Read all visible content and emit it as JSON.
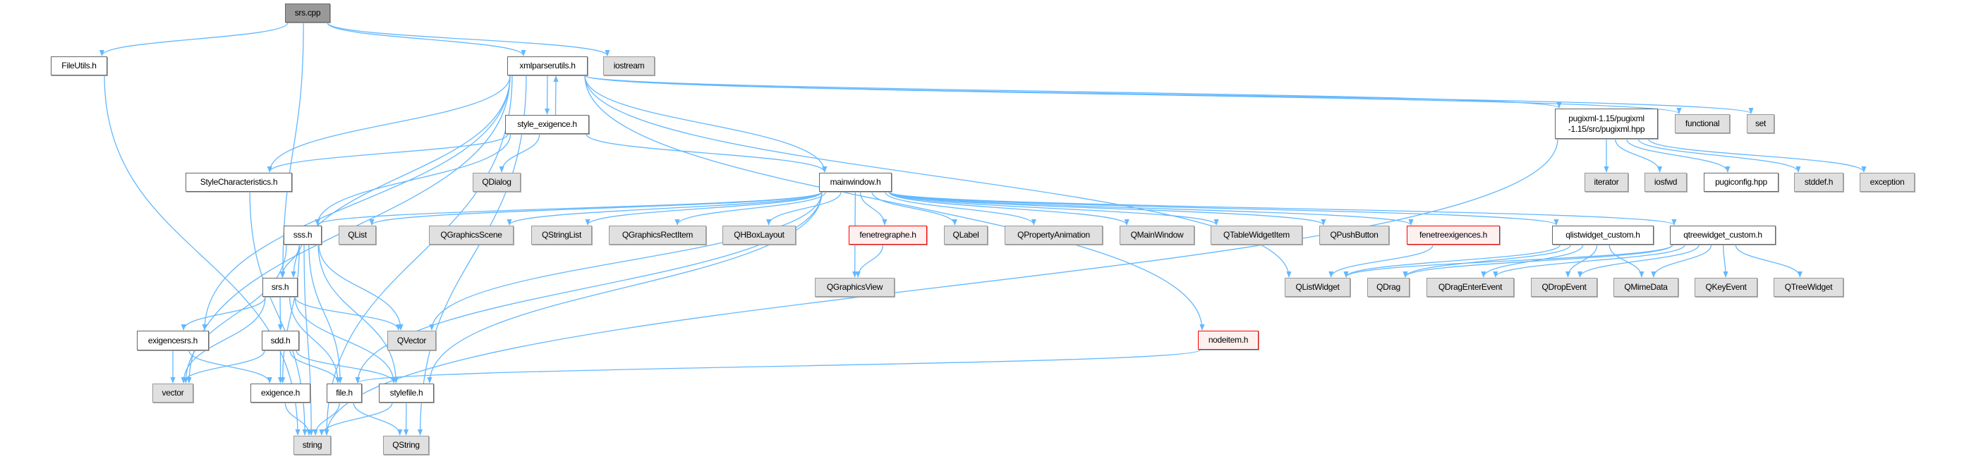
{
  "colors": {
    "edge": "#63b8ff",
    "root": "#999999",
    "external": "#e0e0e0",
    "missing_border": "#ff0000"
  },
  "nodes": [
    {
      "id": "srs_cpp",
      "label": "srs.cpp",
      "kind": "root"
    },
    {
      "id": "fileutils",
      "label": "FileUtils.h",
      "kind": "internal"
    },
    {
      "id": "xmlparserutils",
      "label": "xmlparserutils.h",
      "kind": "internal"
    },
    {
      "id": "iostream",
      "label": "iostream",
      "kind": "external"
    },
    {
      "id": "style_exigence",
      "label": "style_exigence.h",
      "kind": "internal"
    },
    {
      "id": "stylechar",
      "label": "StyleCharacteristics.h",
      "kind": "internal"
    },
    {
      "id": "qdialog",
      "label": "QDialog",
      "kind": "external"
    },
    {
      "id": "mainwindow",
      "label": "mainwindow.h",
      "kind": "internal"
    },
    {
      "id": "pugixml",
      "label": "pugixml-1.15/pugixml\n-1.15/src/pugixml.hpp",
      "kind": "internal"
    },
    {
      "id": "functional",
      "label": "functional",
      "kind": "external"
    },
    {
      "id": "set",
      "label": "set",
      "kind": "external"
    },
    {
      "id": "iterator",
      "label": "iterator",
      "kind": "external"
    },
    {
      "id": "iosfwd",
      "label": "iosfwd",
      "kind": "external"
    },
    {
      "id": "pugiconfig",
      "label": "pugiconfig.hpp",
      "kind": "internal"
    },
    {
      "id": "stddef",
      "label": "stddef.h",
      "kind": "external"
    },
    {
      "id": "exception",
      "label": "exception",
      "kind": "external"
    },
    {
      "id": "sss",
      "label": "sss.h",
      "kind": "internal"
    },
    {
      "id": "qlist",
      "label": "QList",
      "kind": "external"
    },
    {
      "id": "qgraphicsscene",
      "label": "QGraphicsScene",
      "kind": "external"
    },
    {
      "id": "qstringlist",
      "label": "QStringList",
      "kind": "external"
    },
    {
      "id": "qgraphicsrectitem",
      "label": "QGraphicsRectItem",
      "kind": "external"
    },
    {
      "id": "qhboxlayout",
      "label": "QHBoxLayout",
      "kind": "external"
    },
    {
      "id": "fenetregraphe",
      "label": "fenetregraphe.h",
      "kind": "missing"
    },
    {
      "id": "qlabel",
      "label": "QLabel",
      "kind": "external"
    },
    {
      "id": "qpropertyanimation",
      "label": "QPropertyAnimation",
      "kind": "external"
    },
    {
      "id": "qmainwindow",
      "label": "QMainWindow",
      "kind": "external"
    },
    {
      "id": "qtablewidgetitem",
      "label": "QTableWidgetItem",
      "kind": "external"
    },
    {
      "id": "qpushbutton",
      "label": "QPushButton",
      "kind": "external"
    },
    {
      "id": "fenetreexigences",
      "label": "fenetreexigences.h",
      "kind": "missing"
    },
    {
      "id": "qlistwidget_custom",
      "label": "qlistwidget_custom.h",
      "kind": "internal"
    },
    {
      "id": "qtreewidget_custom",
      "label": "qtreewidget_custom.h",
      "kind": "internal"
    },
    {
      "id": "srs_h",
      "label": "srs.h",
      "kind": "internal"
    },
    {
      "id": "qgraphicsview",
      "label": "QGraphicsView",
      "kind": "external"
    },
    {
      "id": "qlistwidget",
      "label": "QListWidget",
      "kind": "external"
    },
    {
      "id": "qdrag",
      "label": "QDrag",
      "kind": "external"
    },
    {
      "id": "qdragenterevent",
      "label": "QDragEnterEvent",
      "kind": "external"
    },
    {
      "id": "qdropevent",
      "label": "QDropEvent",
      "kind": "external"
    },
    {
      "id": "qmimedata",
      "label": "QMimeData",
      "kind": "external"
    },
    {
      "id": "qkeyevent",
      "label": "QKeyEvent",
      "kind": "external"
    },
    {
      "id": "qtreewidget",
      "label": "QTreeWidget",
      "kind": "external"
    },
    {
      "id": "exigencesrs",
      "label": "exigencesrs.h",
      "kind": "internal"
    },
    {
      "id": "sdd",
      "label": "sdd.h",
      "kind": "internal"
    },
    {
      "id": "qvector",
      "label": "QVector",
      "kind": "external"
    },
    {
      "id": "nodeitem",
      "label": "nodeitem.h",
      "kind": "missing"
    },
    {
      "id": "vector",
      "label": "vector",
      "kind": "external"
    },
    {
      "id": "exigence",
      "label": "exigence.h",
      "kind": "internal"
    },
    {
      "id": "file",
      "label": "file.h",
      "kind": "internal"
    },
    {
      "id": "stylefile",
      "label": "stylefile.h",
      "kind": "internal"
    },
    {
      "id": "string",
      "label": "string",
      "kind": "external"
    },
    {
      "id": "qstring",
      "label": "QString",
      "kind": "external"
    }
  ],
  "edges": [
    [
      "srs_cpp",
      "fileutils"
    ],
    [
      "srs_cpp",
      "xmlparserutils"
    ],
    [
      "srs_cpp",
      "iostream"
    ],
    [
      "srs_cpp",
      "srs_h"
    ],
    [
      "fileutils",
      "string"
    ],
    [
      "xmlparserutils",
      "style_exigence"
    ],
    [
      "xmlparserutils",
      "stylechar"
    ],
    [
      "xmlparserutils",
      "vector"
    ],
    [
      "xmlparserutils",
      "exigencesrs"
    ],
    [
      "xmlparserutils",
      "srs_h"
    ],
    [
      "xmlparserutils",
      "mainwindow"
    ],
    [
      "xmlparserutils",
      "pugixml"
    ],
    [
      "xmlparserutils",
      "functional"
    ],
    [
      "xmlparserutils",
      "set"
    ],
    [
      "xmlparserutils",
      "string"
    ],
    [
      "xmlparserutils",
      "qlistwidget"
    ],
    [
      "xmlparserutils",
      "nodeitem"
    ],
    [
      "xmlparserutils",
      "qstring"
    ],
    [
      "style_exigence",
      "xmlparserutils"
    ],
    [
      "style_exigence",
      "stylechar"
    ],
    [
      "style_exigence",
      "qdialog"
    ],
    [
      "style_exigence",
      "mainwindow"
    ],
    [
      "style_exigence",
      "sss"
    ],
    [
      "stylechar",
      "string"
    ],
    [
      "mainwindow",
      "sss"
    ],
    [
      "mainwindow",
      "qlist"
    ],
    [
      "mainwindow",
      "qgraphicsscene"
    ],
    [
      "mainwindow",
      "qstringlist"
    ],
    [
      "mainwindow",
      "qgraphicsrectitem"
    ],
    [
      "mainwindow",
      "qhboxlayout"
    ],
    [
      "mainwindow",
      "qgraphicsview"
    ],
    [
      "mainwindow",
      "fenetregraphe"
    ],
    [
      "mainwindow",
      "qlabel"
    ],
    [
      "mainwindow",
      "qpropertyanimation"
    ],
    [
      "mainwindow",
      "qmainwindow"
    ],
    [
      "mainwindow",
      "qtablewidgetitem"
    ],
    [
      "mainwindow",
      "qpushbutton"
    ],
    [
      "mainwindow",
      "fenetreexigences"
    ],
    [
      "mainwindow",
      "qlistwidget_custom"
    ],
    [
      "mainwindow",
      "qtreewidget_custom"
    ],
    [
      "mainwindow",
      "qvector"
    ],
    [
      "mainwindow",
      "stylefile"
    ],
    [
      "mainwindow",
      "file"
    ],
    [
      "pugixml",
      "iterator"
    ],
    [
      "pugixml",
      "iosfwd"
    ],
    [
      "pugixml",
      "pugiconfig"
    ],
    [
      "pugixml",
      "stddef"
    ],
    [
      "pugixml",
      "exception"
    ],
    [
      "pugixml",
      "string"
    ],
    [
      "fenetregraphe",
      "qgraphicsview"
    ],
    [
      "fenetreexigences",
      "qlistwidget"
    ],
    [
      "qlistwidget_custom",
      "qlistwidget"
    ],
    [
      "qlistwidget_custom",
      "qdrag"
    ],
    [
      "qlistwidget_custom",
      "qdragenterevent"
    ],
    [
      "qlistwidget_custom",
      "qdropevent"
    ],
    [
      "qlistwidget_custom",
      "qmimedata"
    ],
    [
      "qtreewidget_custom",
      "qdrag"
    ],
    [
      "qtreewidget_custom",
      "qdragenterevent"
    ],
    [
      "qtreewidget_custom",
      "qdropevent"
    ],
    [
      "qtreewidget_custom",
      "qmimedata"
    ],
    [
      "qtreewidget_custom",
      "qkeyevent"
    ],
    [
      "qtreewidget_custom",
      "qtreewidget"
    ],
    [
      "qtreewidget_custom",
      "qlistwidget"
    ],
    [
      "sss",
      "srs_h"
    ],
    [
      "sss",
      "qvector"
    ],
    [
      "sss",
      "vector"
    ],
    [
      "sss",
      "string"
    ],
    [
      "sss",
      "exigence"
    ],
    [
      "sss",
      "file"
    ],
    [
      "sss",
      "stylefile"
    ],
    [
      "srs_h",
      "exigencesrs"
    ],
    [
      "srs_h",
      "sdd"
    ],
    [
      "srs_h",
      "vector"
    ],
    [
      "srs_h",
      "qvector"
    ],
    [
      "srs_h",
      "file"
    ],
    [
      "srs_h",
      "stylefile"
    ],
    [
      "exigencesrs",
      "vector"
    ],
    [
      "exigencesrs",
      "exigence"
    ],
    [
      "sdd",
      "vector"
    ],
    [
      "sdd",
      "exigence"
    ],
    [
      "sdd",
      "file"
    ],
    [
      "sdd",
      "stylefile"
    ],
    [
      "exigence",
      "string"
    ],
    [
      "file",
      "string"
    ],
    [
      "file",
      "qstring"
    ],
    [
      "stylefile",
      "string"
    ],
    [
      "stylefile",
      "qstring"
    ],
    [
      "nodeitem",
      "file"
    ]
  ]
}
